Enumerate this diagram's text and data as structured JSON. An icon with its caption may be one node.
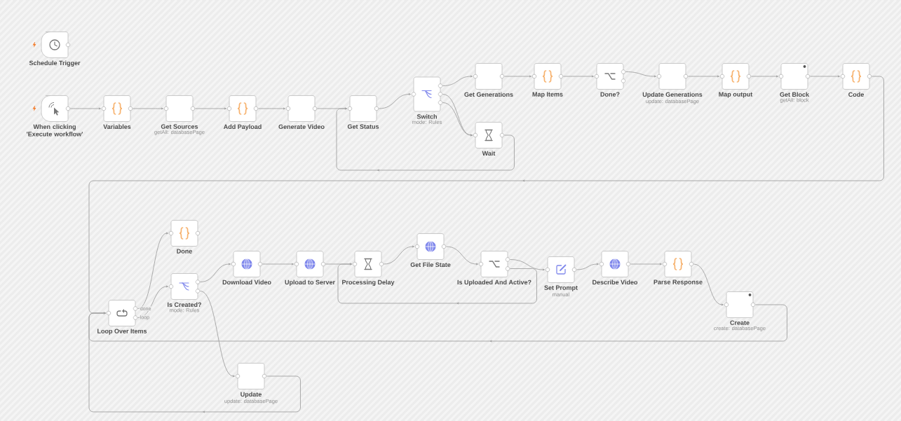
{
  "diagram": {
    "nodes": [
      {
        "text": [
          "Schedule Trigger"
        ]
      },
      {
        "text": [
          "When clicking 'Execute workflow'"
        ]
      },
      {
        "text": [
          "Variables"
        ]
      },
      {
        "text": [
          "Get Sources",
          "getAll: databasePage"
        ]
      },
      {
        "text": [
          "Add Payload"
        ]
      },
      {
        "text": [
          "Generate Video"
        ]
      },
      {
        "text": [
          "Get Status"
        ]
      },
      {
        "text": [
          "Switch",
          "mode: Rules"
        ]
      },
      {
        "text": [
          "Get Generations"
        ]
      },
      {
        "text": [
          "Wait"
        ]
      },
      {
        "text": [
          "Map Items"
        ]
      },
      {
        "text": [
          "Done?"
        ]
      },
      {
        "text": [
          "Update Generations",
          "update: databasePage"
        ]
      },
      {
        "text": [
          "Map output"
        ]
      },
      {
        "text": [
          "Get Block",
          "getAll: block"
        ]
      },
      {
        "text": [
          "Code"
        ]
      },
      {
        "text": [
          "Done"
        ]
      },
      {
        "text": [
          "Is Created?",
          "mode: Rules"
        ]
      },
      {
        "text": [
          "Loop Over Items"
        ]
      },
      {
        "text": [
          "Download Video"
        ]
      },
      {
        "text": [
          "Upload to Server"
        ]
      },
      {
        "text": [
          "Processing Delay"
        ]
      },
      {
        "text": [
          "Get File State"
        ]
      },
      {
        "text": [
          "Is Uploaded And Active?"
        ]
      },
      {
        "text": [
          "Set Prompt",
          "manual"
        ]
      },
      {
        "text": [
          "Describe Video"
        ]
      },
      {
        "text": [
          "Parse Response"
        ]
      },
      {
        "text": [
          "Create",
          "create: databasePage"
        ]
      },
      {
        "text": [
          "Update",
          "update: databasePage"
        ]
      }
    ],
    "edges": [
      {
        "from": 1,
        "to": 2,
        "arrow": "to"
      },
      {
        "from": 2,
        "to": 3,
        "arrow": "to"
      },
      {
        "from": 3,
        "to": 4,
        "arrow": "to"
      },
      {
        "from": 4,
        "to": 5,
        "arrow": "to"
      },
      {
        "from": 5,
        "to": 6,
        "arrow": "to"
      },
      {
        "from": 6,
        "to": 7,
        "arrow": "to"
      },
      {
        "from": 7,
        "to": 8,
        "arrow": "to"
      },
      {
        "from": 7,
        "to": 9,
        "arrow": "to"
      },
      {
        "from": 7,
        "to": 9,
        "arrow": "to"
      },
      {
        "from": 9,
        "to": 6,
        "arrow": "to"
      },
      {
        "from": 8,
        "to": 10,
        "arrow": "to"
      },
      {
        "from": 10,
        "to": 11,
        "arrow": "to"
      },
      {
        "from": 11,
        "to": 12,
        "arrow": "to"
      },
      {
        "from": 12,
        "to": 13,
        "arrow": "to"
      },
      {
        "from": 13,
        "to": 14,
        "arrow": "to"
      },
      {
        "from": 14,
        "to": 15,
        "arrow": "to"
      },
      {
        "from": 15,
        "to": 18,
        "arrow": "to"
      },
      {
        "from": 18,
        "to": 16,
        "arrow": "to",
        "label": "done"
      },
      {
        "from": 18,
        "to": 17,
        "arrow": "to",
        "label": "loop"
      },
      {
        "from": 17,
        "to": 19,
        "arrow": "to"
      },
      {
        "from": 17,
        "to": 28,
        "arrow": "to"
      },
      {
        "from": 19,
        "to": 20,
        "arrow": "to"
      },
      {
        "from": 20,
        "to": 21,
        "arrow": "to"
      },
      {
        "from": 21,
        "to": 22,
        "arrow": "to"
      },
      {
        "from": 22,
        "to": 23,
        "arrow": "to"
      },
      {
        "from": 23,
        "to": 24,
        "arrow": "to"
      },
      {
        "from": 23,
        "to": 21,
        "arrow": "to"
      },
      {
        "from": 24,
        "to": 25,
        "arrow": "to"
      },
      {
        "from": 25,
        "to": 26,
        "arrow": "to"
      },
      {
        "from": 26,
        "to": 27,
        "arrow": "to"
      },
      {
        "from": 27,
        "to": 18,
        "arrow": "to"
      },
      {
        "from": 28,
        "to": 18,
        "arrow": "to"
      }
    ]
  }
}
